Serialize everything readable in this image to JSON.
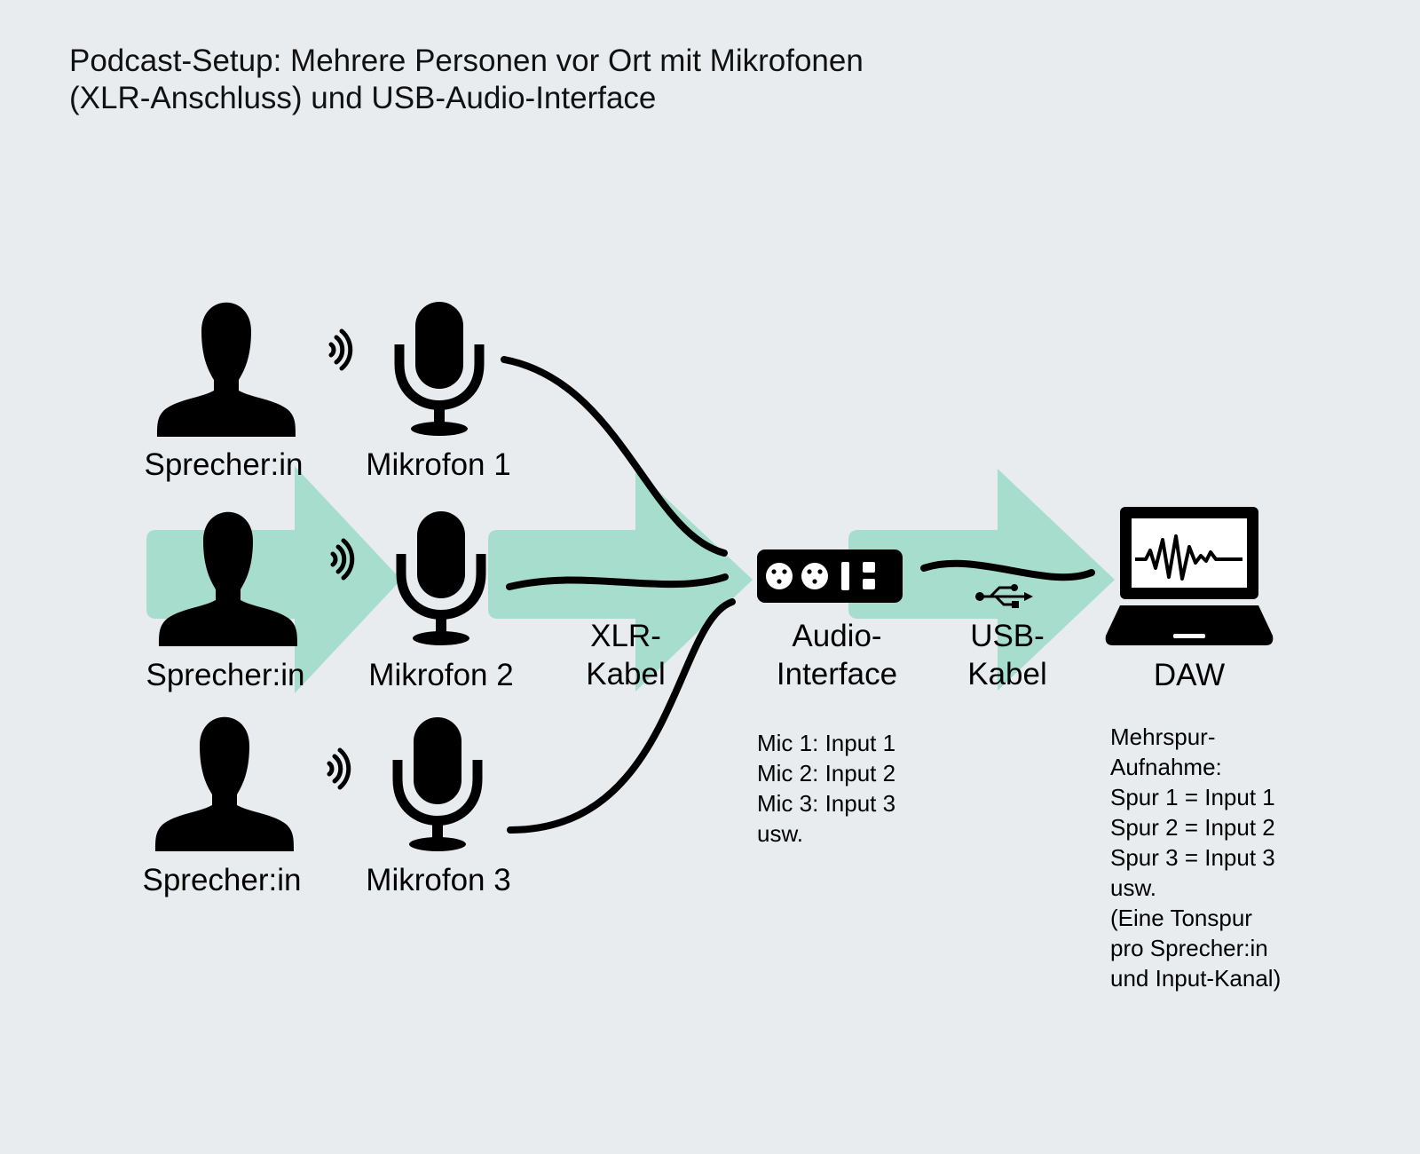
{
  "title": {
    "line1": "Podcast-Setup: Mehrere Personen vor Ort mit Mikrofonen",
    "line2": "(XLR-Anschluss) und USB-Audio-Interface"
  },
  "speakers": [
    {
      "label": "Sprecher:in"
    },
    {
      "label": "Sprecher:in"
    },
    {
      "label": "Sprecher:in"
    }
  ],
  "microphones": [
    {
      "label": "Mikrofon 1"
    },
    {
      "label": "Mikrofon 2"
    },
    {
      "label": "Mikrofon 3"
    }
  ],
  "xlr_cable": {
    "line1": "XLR-",
    "line2": "Kabel"
  },
  "audio_interface": {
    "line1": "Audio-",
    "line2": "Interface",
    "notes": [
      "Mic 1: Input 1",
      "Mic 2: Input 2",
      "Mic 3: Input 3",
      "usw."
    ]
  },
  "usb_cable": {
    "line1": "USB-",
    "line2": "Kabel"
  },
  "daw": {
    "label": "DAW",
    "notes": [
      "Mehrspur-",
      "Aufnahme:",
      "Spur 1 = Input 1",
      "Spur 2 = Input 2",
      "Spur 3 = Input 3",
      "usw.",
      "(Eine Tonspur",
      "pro Sprecher:in",
      "und Input-Kanal)"
    ]
  },
  "colors": {
    "background": "#e8ecee",
    "flow_arrow": "#a6ddcc",
    "icon": "#000000",
    "text": "#111111"
  },
  "icons": {
    "speaker": "person-silhouette-icon",
    "sound": "sound-waves-icon",
    "microphone": "microphone-icon",
    "audio_interface": "audio-interface-icon",
    "usb": "usb-icon",
    "daw": "laptop-waveform-icon"
  }
}
